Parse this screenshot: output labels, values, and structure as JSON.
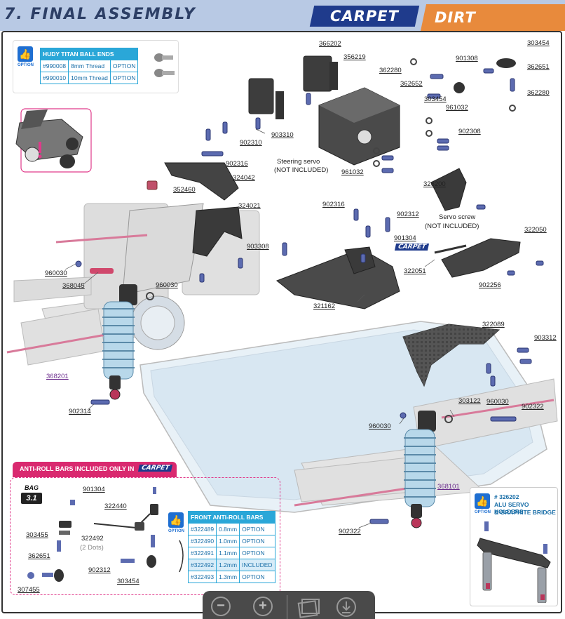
{
  "header": {
    "title": "7. FINAL ASSEMBLY",
    "tag_carpet": "CARPET",
    "tag_dirt": "DIRT"
  },
  "hudy_option": {
    "option_label": "OPTION",
    "title": "HUDY TITAN BALL ENDS",
    "rows": [
      {
        "part": "#990008",
        "desc": "8mm Thread",
        "status": "OPTION"
      },
      {
        "part": "#990010",
        "desc": "10mm Thread",
        "status": "OPTION"
      }
    ]
  },
  "parts": {
    "p366202": "366202",
    "p356219": "356219",
    "p903310": "903310",
    "p902310": "902310",
    "p902316a": "902316",
    "p352460": "352460",
    "p324042": "324042",
    "p324021": "324021",
    "p903308": "903308",
    "p960030a": "960030",
    "p368045": "368045",
    "p960030b": "960030",
    "p368201": "368201",
    "p902314": "902314",
    "p362280a": "362280",
    "p362652": "362652",
    "p901308": "901308",
    "p303454a": "303454",
    "p362651a": "362651",
    "p362280b": "362280",
    "p303454b": "303454",
    "p961032a": "961032",
    "p902308": "902308",
    "p961032b": "961032",
    "p326200": "326200",
    "p902316b": "902316",
    "p902312a": "902312",
    "p901304a": "901304",
    "p322051": "322051",
    "p322050": "322050",
    "p902256": "902256",
    "p321162": "321162",
    "p322089": "322089",
    "p903312": "903312",
    "p303122": "303122",
    "p960030c": "960030",
    "p902322a": "902322",
    "p960030d": "960030",
    "p368101": "368101",
    "p902322b": "902322"
  },
  "notes": {
    "steering_servo_1": "Steering servo",
    "steering_servo_2": "(NOT INCLUDED)",
    "servo_screw_1": "Servo screw",
    "servo_screw_2": "(NOT INCLUDED)",
    "carpet_badge": "CARPET"
  },
  "antiroll": {
    "header": "ANTI-ROLL BARS INCLUDED ONLY IN",
    "header_tag": "CARPET",
    "bag_label": "BAG",
    "bag_number": "3.1",
    "parts": {
      "p901304": "901304",
      "p322440": "322440",
      "p303455": "303455",
      "p322492": "322492",
      "dots": "(2 Dots)",
      "p362651": "362651",
      "p902312": "902312",
      "p303454": "303454",
      "p307455": "307455"
    },
    "option_label": "OPTION",
    "table_title": "FRONT ANTI-ROLL BARS",
    "rows": [
      {
        "part": "#322489",
        "size": "0.8mm",
        "status": "OPTION"
      },
      {
        "part": "#322490",
        "size": "1.0mm",
        "status": "OPTION"
      },
      {
        "part": "#322491",
        "size": "1.1mm",
        "status": "OPTION"
      },
      {
        "part": "#322492",
        "size": "1.2mm",
        "status": "INCLUDED"
      },
      {
        "part": "#322493",
        "size": "1.3mm",
        "status": "OPTION"
      }
    ]
  },
  "servo_option": {
    "option_label": "OPTION",
    "line1": "# 326202",
    "line2": "ALU SERVO HOLDERS",
    "line3": "& GRAPHITE BRIDGE"
  },
  "toolbar": {
    "zoom_out": "−",
    "zoom_in": "+"
  }
}
